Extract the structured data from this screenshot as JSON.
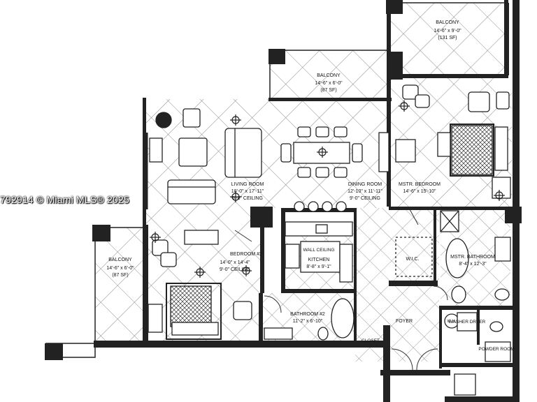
{
  "watermark": "792914 © Miami MLS® 2025",
  "rooms": {
    "balcony_top_right": {
      "name": "BALCONY",
      "dims": "14'-6\" x 9'-0\"",
      "area": "(131 SF)"
    },
    "balcony_top": {
      "name": "BALCONY",
      "dims": "14'-6\" x 6'-0\"",
      "area": "(87 SF)"
    },
    "balcony_left": {
      "name": "BALCONY",
      "dims": "14'-6\" x 6'-0\"",
      "area": "(87 SF)"
    },
    "living_room": {
      "name": "LIVING ROOM",
      "dims": "18'-0\" x 17'-11\"",
      "ceiling": "9'-0\" CEILING"
    },
    "dining_room": {
      "name": "DINING ROOM",
      "dims": "12'-10\" x 11'-11\"",
      "ceiling": "9'-0\" CEILING"
    },
    "master_bedroom": {
      "name": "MSTR. BEDROOM",
      "dims": "14'-6\" x 15'-10\""
    },
    "bedroom_2": {
      "name": "BEDROOM #2",
      "dims": "14'-0\" x 14'-4\"",
      "ceiling": "9'-0\" CEILING"
    },
    "kitchen": {
      "name": "KITCHEN",
      "dims": "8'-8\" x 9'-1\"",
      "ceiling": "WALL CEILING"
    },
    "wic": {
      "name": "W.I.C."
    },
    "master_bathroom": {
      "name": "MSTR. BATHROOM",
      "dims": "8'-4\" x 12'-3\""
    },
    "bathroom_2": {
      "name": "BATHROOM #2",
      "dims": "11'-2\" x 6'-10\""
    },
    "foyer": {
      "name": "FOYER"
    },
    "closet": {
      "name": "CLOSET"
    },
    "washer_dryer": {
      "name": "WASHER DRYER"
    },
    "powder_room": {
      "name": "POWDER ROOM"
    },
    "wh": {
      "name": "W.H."
    }
  }
}
